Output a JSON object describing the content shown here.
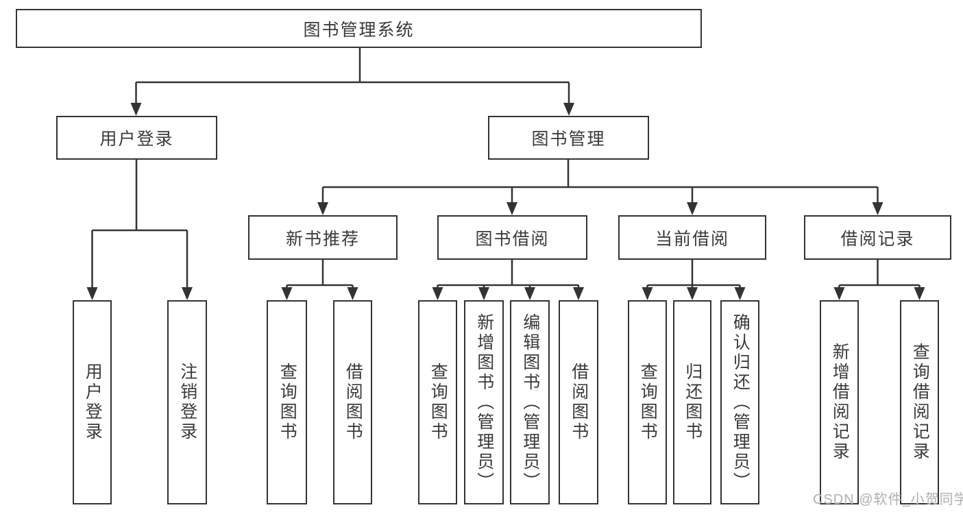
{
  "title": {
    "label": "图书管理系统"
  },
  "branches": [
    {
      "label": "用户登录"
    },
    {
      "label": "图书管理"
    }
  ],
  "modules": [
    {
      "label": "新书推荐"
    },
    {
      "label": "图书借阅"
    },
    {
      "label": "当前借阅"
    },
    {
      "label": "借阅记录"
    }
  ],
  "leaves": [
    {
      "label": "用户登录"
    },
    {
      "label": "注销登录"
    },
    {
      "label": "查询图书"
    },
    {
      "label": "借阅图书"
    },
    {
      "label": "查询图书"
    },
    {
      "label": "新增图书（管理员）"
    },
    {
      "label": "编辑图书（管理员）"
    },
    {
      "label": "借阅图书"
    },
    {
      "label": "查询图书"
    },
    {
      "label": "归还图书"
    },
    {
      "label": "确认归还（管理员）"
    },
    {
      "label": "新增借阅记录"
    },
    {
      "label": "查询借阅记录"
    }
  ],
  "watermark": {
    "text": "CSDN @软件_小贺同学"
  },
  "colors": {
    "line": "#333333",
    "box_border": "#333333",
    "text": "#3a3a3a",
    "background": "#ffffff",
    "watermark": "#b3b3b3"
  }
}
